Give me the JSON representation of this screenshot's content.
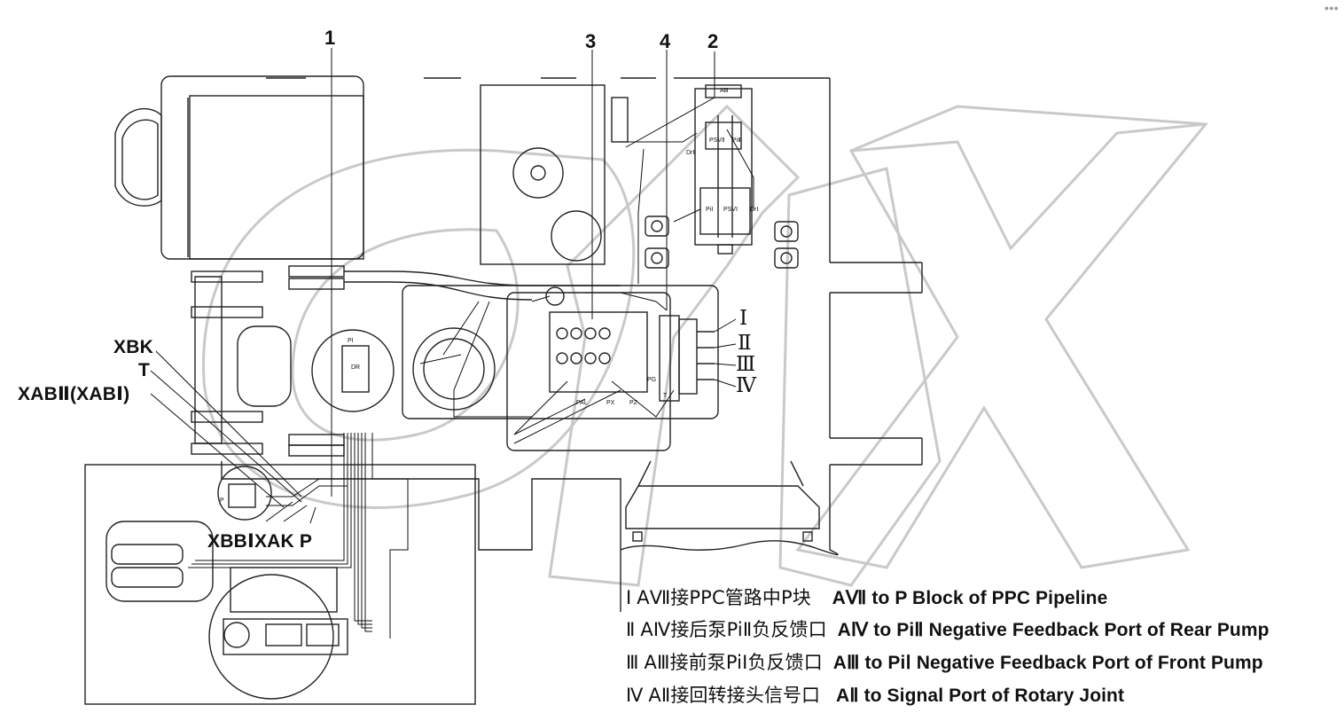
{
  "callouts": {
    "c1": "1",
    "c2": "2",
    "c3": "3",
    "c4": "4"
  },
  "labels": {
    "xbk": "XBK",
    "t": "T",
    "xab": "XABⅡ(XABⅠ)",
    "xbb": "XBBⅠXAK P"
  },
  "romans": {
    "r1": "Ⅰ",
    "r2": "Ⅱ",
    "r3": "Ⅲ",
    "r4": "Ⅳ"
  },
  "legend": [
    {
      "num": "Ⅰ",
      "zh": "AⅦ接PPC管路中P块",
      "en": "AⅦ to P Block of PPC Pipeline"
    },
    {
      "num": "Ⅱ",
      "zh": "AⅣ接后泵PiⅡ负反馈口",
      "en": "AⅣ to PiⅡ Negative Feedback Port of Rear Pump"
    },
    {
      "num": "Ⅲ",
      "zh": "AⅢ接前泵PiⅠ负反馈口",
      "en": "AⅢ to PiⅠ Negative Feedback Port of Front Pump"
    },
    {
      "num": "Ⅳ",
      "zh": "AⅡ接回转接头信号口",
      "en": "AⅡ to Signal Port of Rotary Joint"
    }
  ],
  "small_labels": {
    "a3": "AⅢ",
    "psv2": "PSVⅡ",
    "pi2": "PiⅡ",
    "dr2": "DrⅡ",
    "pi1": "PiⅠ",
    "psv1": "PSVⅠ",
    "dr1": "DrⅠ",
    "dr": "DR",
    "pi": "PI",
    "pal": "PAL",
    "px": "PX",
    "pz": "PZ",
    "pg": "PG",
    "t": "T",
    "p": "P"
  },
  "watermark": "OTIX",
  "corner_logo": "●●●"
}
